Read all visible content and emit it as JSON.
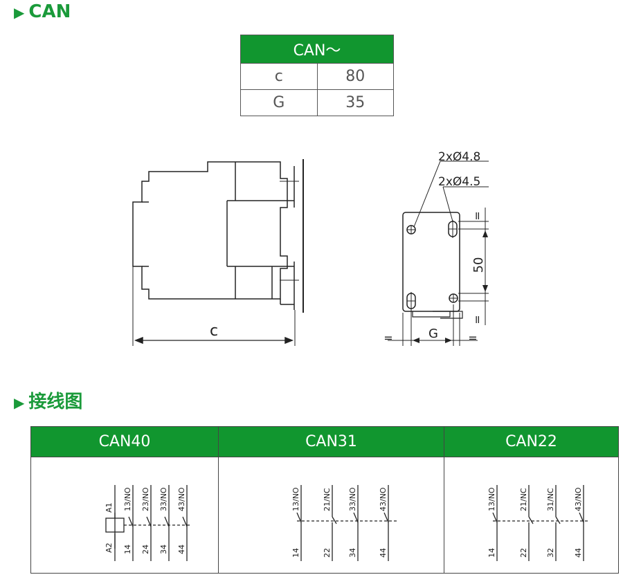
{
  "sections": {
    "dimensions_title": "CAN",
    "wiring_title": "接线图"
  },
  "dimension_table": {
    "header": "CAN～",
    "rows": [
      {
        "label": "c",
        "value": "80"
      },
      {
        "label": "G",
        "value": "35"
      }
    ]
  },
  "drawing_labels": {
    "c_label": "c",
    "hole1": "2xØ4.8",
    "hole2": "2xØ4.5",
    "height": "50",
    "g_label": "G",
    "equal": "="
  },
  "wiring_table": {
    "headers": [
      "CAN40",
      "CAN31",
      "CAN22"
    ],
    "coil": {
      "top": "A1",
      "bottom": "A2"
    },
    "can40": {
      "top": [
        "13/NO",
        "23/NO",
        "33/NO",
        "43/NO"
      ],
      "bottom": [
        "14",
        "24",
        "34",
        "44"
      ]
    },
    "can31": {
      "top": [
        "13/NO",
        "21/NC",
        "33/NO",
        "43/NO"
      ],
      "bottom": [
        "14",
        "22",
        "34",
        "44"
      ]
    },
    "can22": {
      "top": [
        "13/NO",
        "21/NC",
        "31/NC",
        "43/NO"
      ],
      "bottom": [
        "14",
        "22",
        "32",
        "44"
      ]
    }
  },
  "colors": {
    "accent": "#11962f",
    "title": "#1a9a3a"
  }
}
